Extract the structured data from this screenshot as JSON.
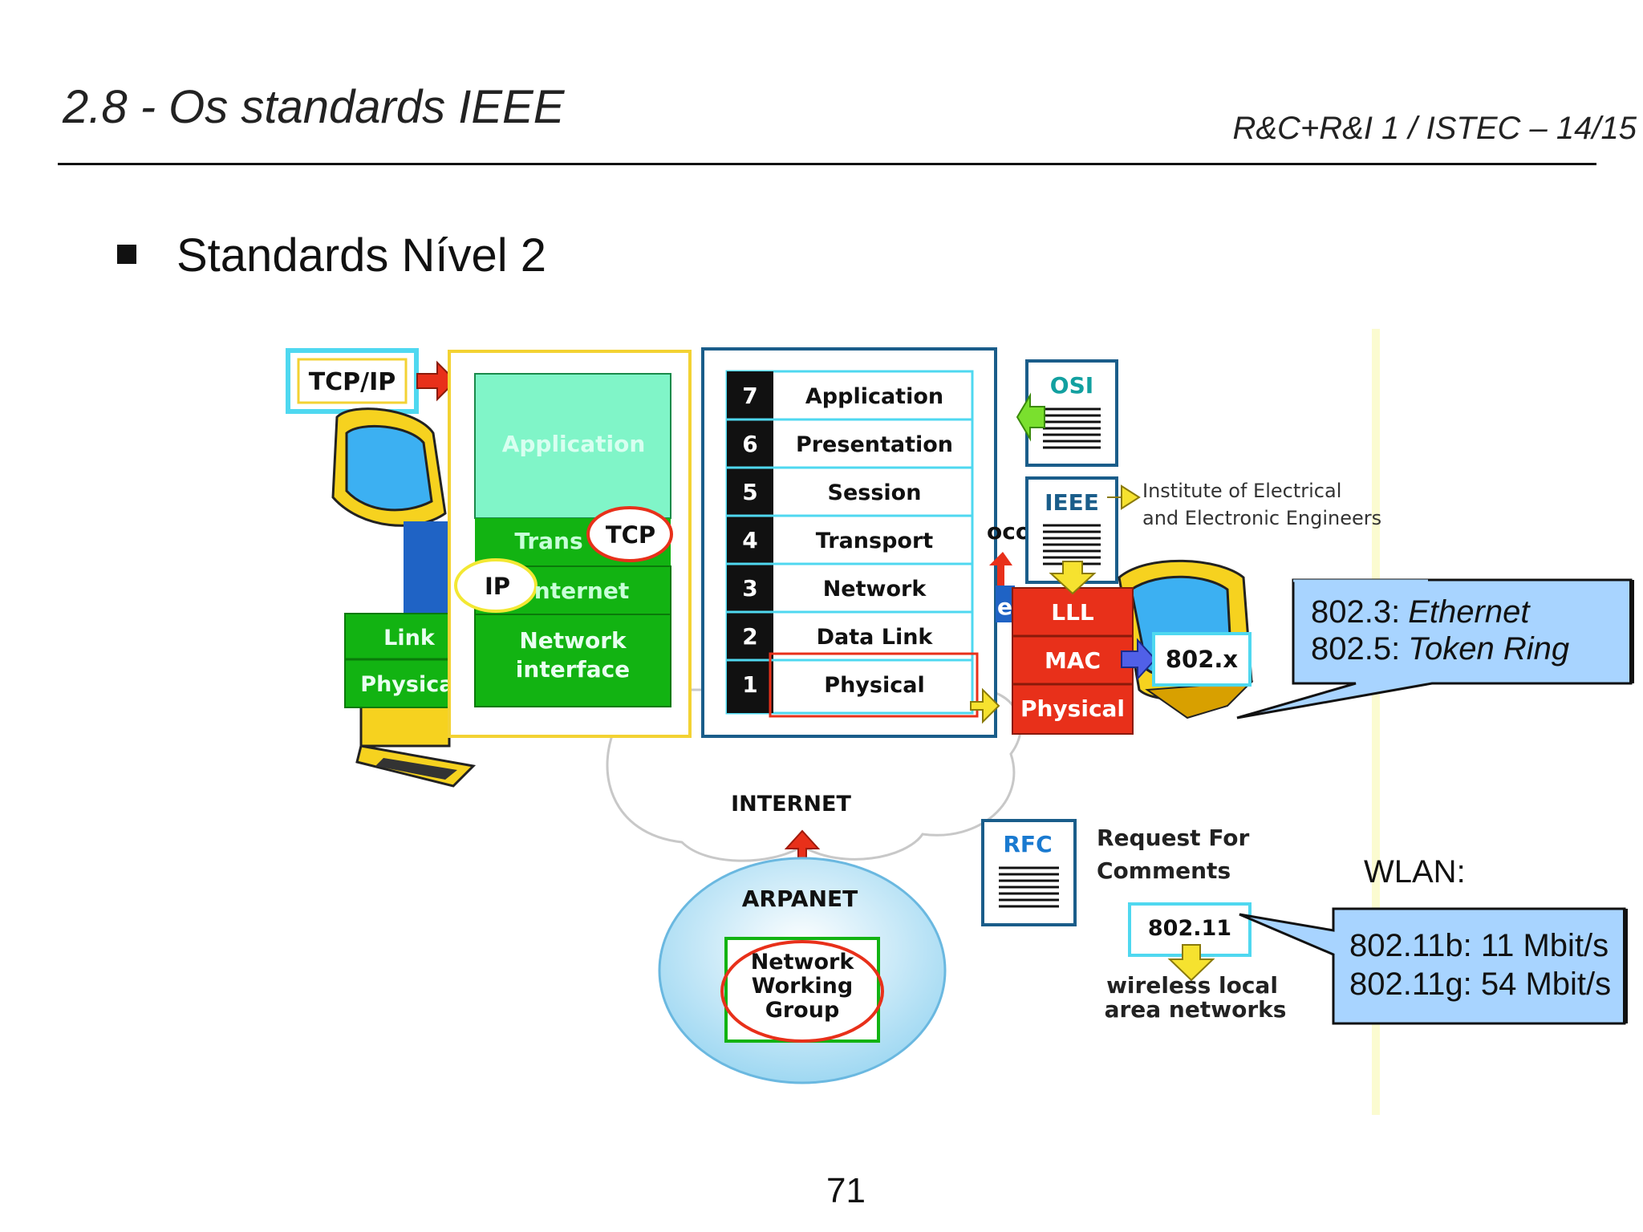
{
  "header": {
    "title": "2.8 - Os standards IEEE",
    "course": "R&C+R&I 1 / ISTEC – 14/15"
  },
  "section": {
    "heading": "Standards Nível 2"
  },
  "diagram": {
    "tcpip_label": "TCP/IP",
    "tcpip_stack": {
      "application": "Application",
      "transport": "Trans",
      "internet": "nternet",
      "network_interface_line1": "Network",
      "network_interface_line2": "interface",
      "tcp": "TCP",
      "ip": "IP",
      "link": "Link",
      "physical": "Physical"
    },
    "osi_layers": [
      {
        "num": "7",
        "name": "Application"
      },
      {
        "num": "6",
        "name": "Presentation"
      },
      {
        "num": "5",
        "name": "Session"
      },
      {
        "num": "4",
        "name": "Transport"
      },
      {
        "num": "3",
        "name": "Network"
      },
      {
        "num": "2",
        "name": "Data Link"
      },
      {
        "num": "1",
        "name": "Physical"
      }
    ],
    "osi_doc": "OSI",
    "ieee_doc": "IEEE",
    "ieee_full": [
      "Institute of Electrical",
      "and Electronic Engineers"
    ],
    "partial_protocol": "oco",
    "partial_e": "e",
    "ieee_stack": {
      "lll": "LLL",
      "mac": "MAC",
      "physical": "Physical"
    },
    "ieee_8021x": "802.x",
    "internet": "INTERNET",
    "arpanet": "ARPANET",
    "nwg": [
      "Network",
      "Working",
      "Group"
    ],
    "rfc_doc": "RFC",
    "rfc_full": [
      "Request For",
      "Comments"
    ],
    "wlan_std": "802.11",
    "wlan_desc": [
      "wireless local",
      "area networks"
    ]
  },
  "callouts": {
    "ieee_8023_code": "802.3:",
    "ieee_8023_name": "Ethernet",
    "ieee_8025_code": "802.5:",
    "ieee_8025_name": "Token Ring",
    "wlan_label": "WLAN:",
    "wlan_b": "802.11b: 11 Mbit/s",
    "wlan_g": "802.11g: 54 Mbit/s"
  },
  "footer": {
    "page": "71"
  },
  "colors": {
    "green_dark": "#12b312",
    "green_light": "#80f5c8",
    "red": "#e8301a",
    "callout_blue": "#a8d4ff",
    "osi_border": "#1a5d8a"
  }
}
